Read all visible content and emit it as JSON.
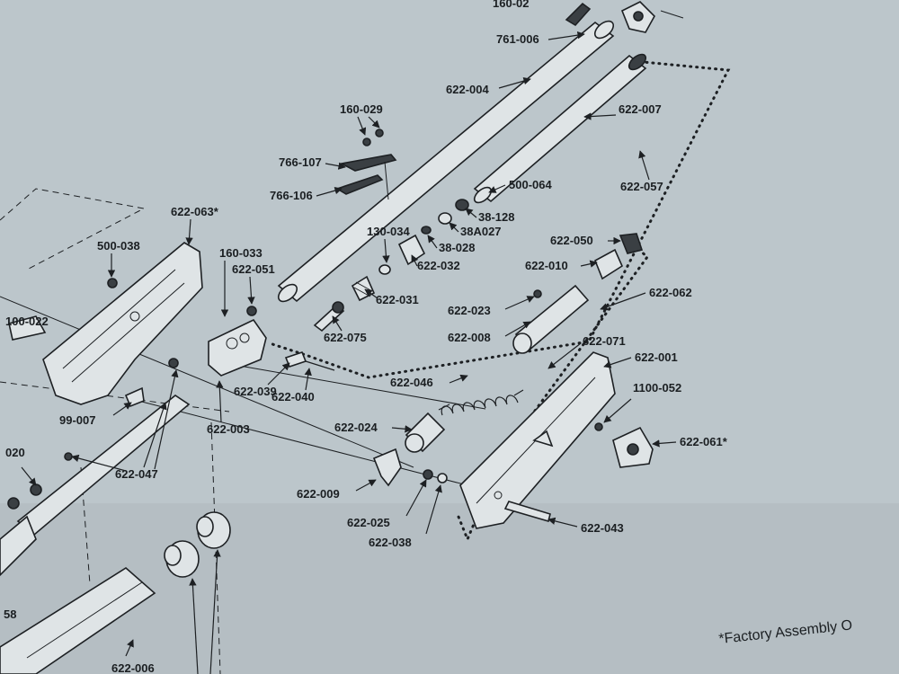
{
  "labels": {
    "p160_02x": "160-02",
    "p761_006": "761-006",
    "p622_004": "622-004",
    "p622_007": "622-007",
    "p160_029": "160-029",
    "p766_107": "766-107",
    "p766_106": "766-106",
    "p622_057": "622-057",
    "p500_064": "500-064",
    "p38_128": "38-128",
    "p38a027": "38A027",
    "p130_034": "130-034",
    "p38_028": "38-028",
    "p622_032": "622-032",
    "p622_063": "622-063*",
    "p160_033": "160-033",
    "p622_051": "622-051",
    "p500_038": "500-038",
    "p622_050": "622-050",
    "p622_010": "622-010",
    "p622_031": "622-031",
    "p622_023": "622-023",
    "p622_062": "622-062",
    "p100_022": "100-022",
    "p622_075": "622-075",
    "p622_008": "622-008",
    "p622_071": "622-071",
    "p622_001": "622-001",
    "p622_039": "622-039",
    "p622_040": "622-040",
    "p622_046": "622-046",
    "p1100_052": "1100-052",
    "p99_007": "99-007",
    "p622_003": "622-003",
    "p622_024": "622-024",
    "p622_061": "622-061*",
    "p020": "020",
    "p622_047": "622-047",
    "p622_009": "622-009",
    "p622_025": "622-025",
    "p622_043": "622-043",
    "p622_038": "622-038",
    "p58": "58",
    "p622_006": "622-006"
  },
  "footnote": "*Factory Assembly O"
}
